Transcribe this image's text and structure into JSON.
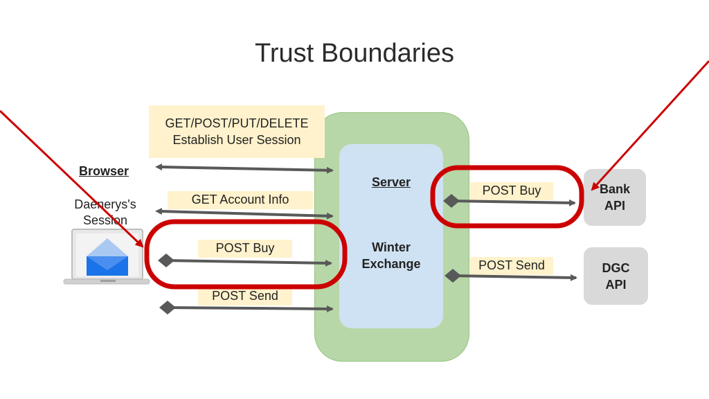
{
  "title": "Trust Boundaries",
  "browser": {
    "label": "Browser",
    "session_line1": "Daenerys's",
    "session_line2": "Session"
  },
  "server": {
    "label": "Server",
    "app_line1": "Winter",
    "app_line2": "Exchange"
  },
  "labels": {
    "rest_line1": "GET/POST/PUT/DELETE",
    "rest_line2": "Establish User Session",
    "get_account": "GET Account Info",
    "post_buy_left": "POST Buy",
    "post_send_left": "POST Send",
    "post_buy_right": "POST Buy",
    "post_send_right": "POST Send"
  },
  "externals": {
    "bank_line1": "Bank",
    "bank_line2": "API",
    "dgc_line1": "DGC",
    "dgc_line2": "API"
  },
  "colors": {
    "trust_boundary_outer": "#b7d7a8",
    "server_inner": "#cfe2f3",
    "label_bg": "#fff2cc",
    "highlight": "#cc0000",
    "arrow": "#595959"
  }
}
